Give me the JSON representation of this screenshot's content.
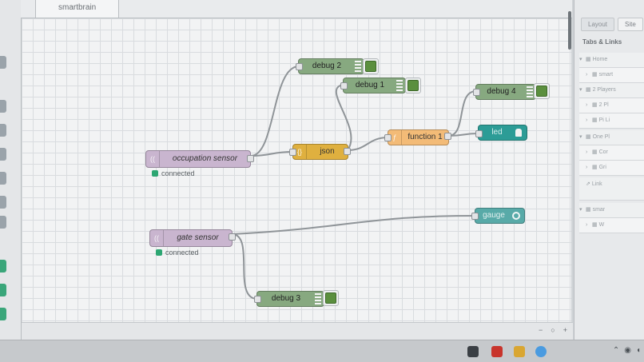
{
  "app": {
    "tab_label": "smartbrain"
  },
  "nodes": {
    "debug2": {
      "label": "debug 2"
    },
    "debug1": {
      "label": "debug 1"
    },
    "debug4": {
      "label": "debug 4"
    },
    "debug3": {
      "label": "debug 3"
    },
    "occupation_sensor": {
      "label": "occupation sensor",
      "status": "connected"
    },
    "gate_sensor": {
      "label": "gate sensor",
      "status": "connected"
    },
    "json": {
      "label": "json"
    },
    "function1": {
      "label": "function 1"
    },
    "led": {
      "label": "led"
    },
    "gauge": {
      "label": "gauge"
    }
  },
  "sidebar": {
    "tabs": [
      "Layout",
      "Site"
    ],
    "heading": "Tabs & Links",
    "rows": [
      "Home",
      "smart",
      "2 Players",
      "2 Pl",
      "Pi Li",
      "One Pl",
      "Cor",
      "Gri",
      "Link",
      "smar",
      "W"
    ]
  },
  "zoom": {
    "minus": "−",
    "reset": "○",
    "plus": "+"
  },
  "colors": {
    "debug": "#87a980",
    "sensor": "#c9b5cf",
    "json": "#dfb03f",
    "function": "#f3bb77",
    "dashboard": "#2c9c96",
    "status_ok": "#2ca672"
  }
}
